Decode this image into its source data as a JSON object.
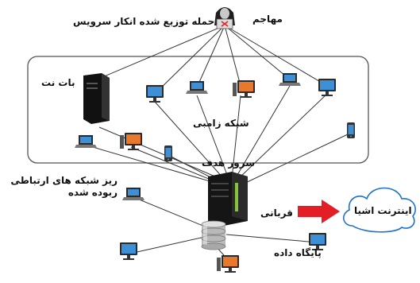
{
  "labels": {
    "ddos": "حمله توزیع شده انکار سرویس",
    "attacker": "مهاجم",
    "botnet": "بات نت",
    "zombie": "شبکه زامبی",
    "target": "سرور هدف",
    "hijacked_line1": "ریز شبکه های ارتباطی",
    "hijacked_line2": "ربوده شده",
    "victim": "قربانی",
    "iot": "اینترنت اشیا",
    "database": "پایگاه داده"
  },
  "colors": {
    "arrow": "#e31e24",
    "cloud_stroke": "#1e73c8",
    "line": "#333333"
  },
  "icons": {
    "attacker": "hacker-icon",
    "botnet": "server-tower-icon",
    "target": "server-rack-icon",
    "database": "database-cylinder-icon",
    "pc": "desktop-computer-icon",
    "laptop": "laptop-icon",
    "phone": "phone-icon",
    "cloud": "cloud-icon"
  }
}
